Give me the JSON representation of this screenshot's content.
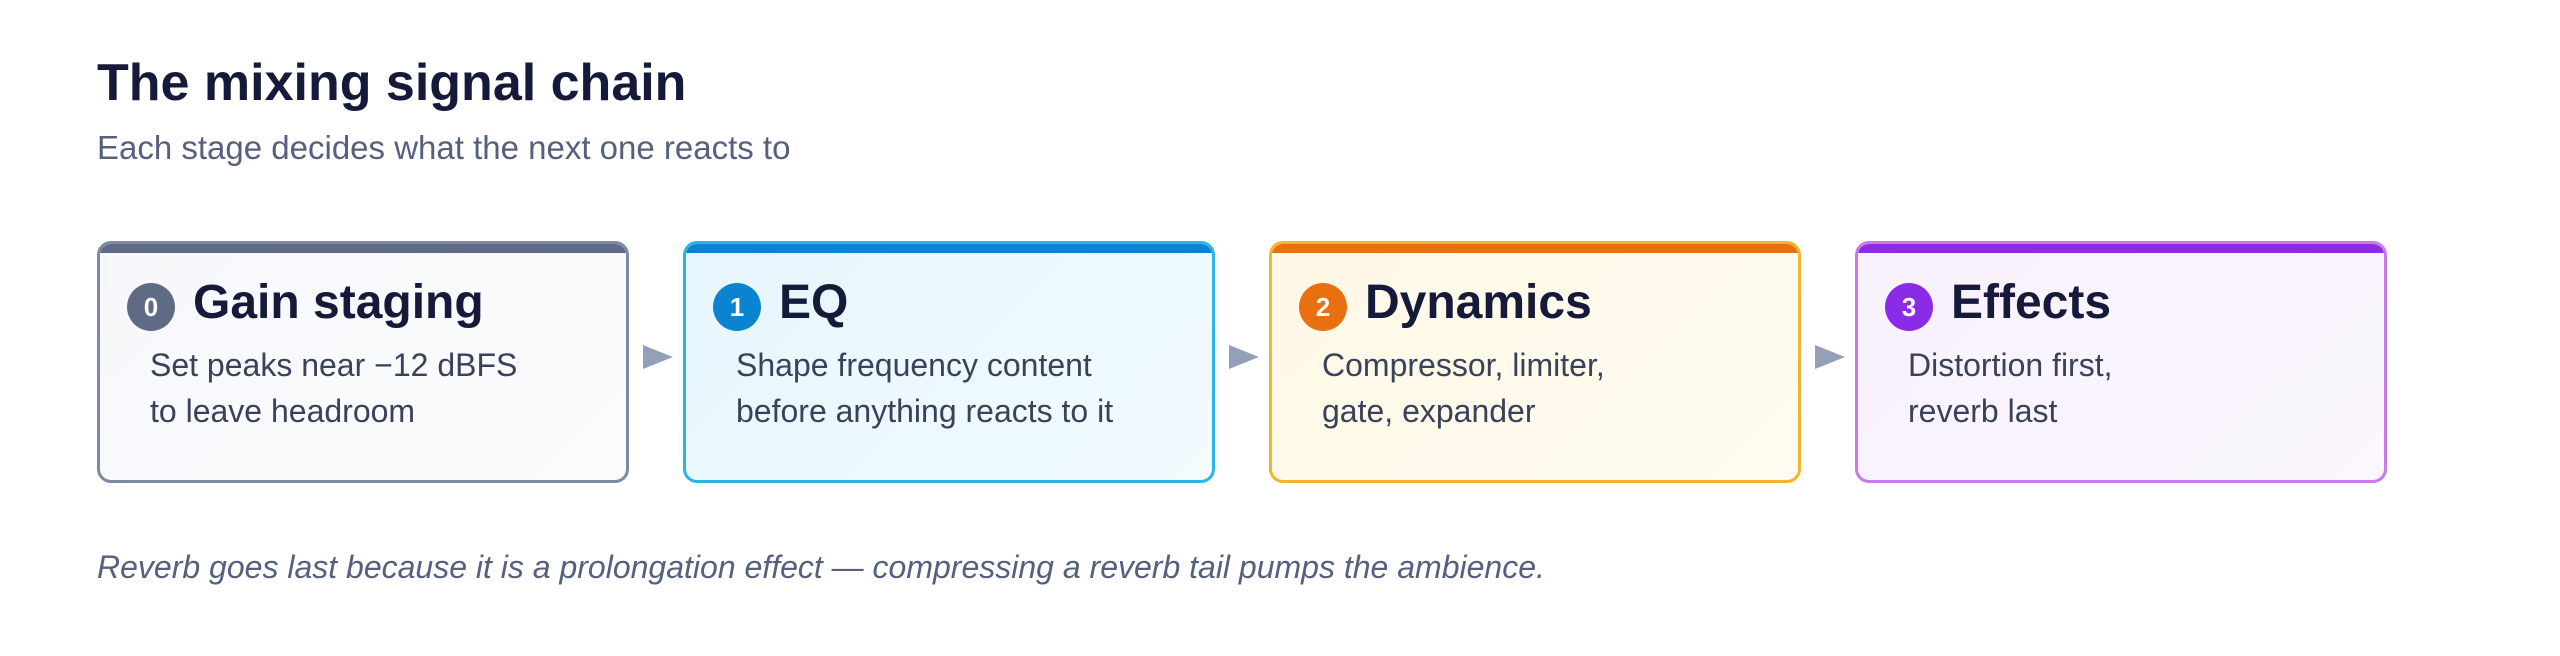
{
  "header": {
    "title": "The mixing signal chain",
    "subtitle": "Each stage decides what the next one reacts to"
  },
  "stages": [
    {
      "number": "0",
      "title": "Gain staging",
      "lines": [
        "Set peaks near −12 dBFS",
        "to leave headroom"
      ],
      "accent_color": "#5f6b84"
    },
    {
      "number": "1",
      "title": "EQ",
      "lines": [
        "Shape frequency content",
        "before anything reacts to it"
      ],
      "accent_color": "#0a84d0"
    },
    {
      "number": "2",
      "title": "Dynamics",
      "lines": [
        "Compressor, limiter,",
        "gate, expander"
      ],
      "accent_color": "#e8700f"
    },
    {
      "number": "3",
      "title": "Effects",
      "lines": [
        "Distortion first,",
        "reverb last"
      ],
      "accent_color": "#8a2be8"
    }
  ],
  "connector_icon": "arrow-right-icon",
  "connector_color": "#94a0b8",
  "footer": {
    "note": "Reverb goes last because it is a prolongation effect — compressing a reverb tail pumps the ambience."
  }
}
